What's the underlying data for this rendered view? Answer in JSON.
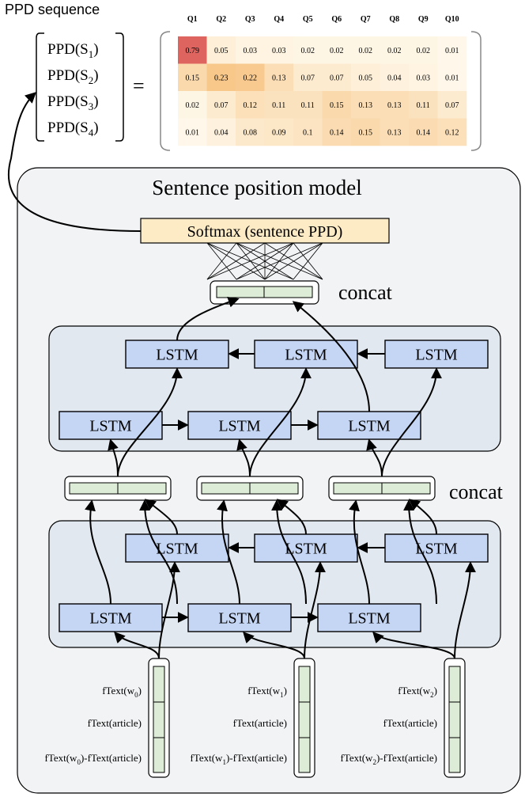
{
  "header": {
    "sequence_title": "PPD sequence",
    "equals": "="
  },
  "vector_items": [
    {
      "main": "PPD(S",
      "sub": "1",
      "close": ")"
    },
    {
      "main": "PPD(S",
      "sub": "2",
      "close": ")"
    },
    {
      "main": "PPD(S",
      "sub": "3",
      "close": ")"
    },
    {
      "main": "PPD(S",
      "sub": "4",
      "close": ")"
    }
  ],
  "matrix": {
    "columns": [
      "Q1",
      "Q2",
      "Q3",
      "Q4",
      "Q5",
      "Q6",
      "Q7",
      "Q8",
      "Q9",
      "Q10"
    ],
    "rows": [
      [
        "0.79",
        "0.05",
        "0.03",
        "0.03",
        "0.02",
        "0.02",
        "0.02",
        "0.02",
        "0.02",
        "0.01"
      ],
      [
        "0.15",
        "0.23",
        "0.22",
        "0.13",
        "0.07",
        "0.07",
        "0.05",
        "0.04",
        "0.03",
        "0.01"
      ],
      [
        "0.02",
        "0.07",
        "0.12",
        "0.11",
        "0.11",
        "0.15",
        "0.13",
        "0.13",
        "0.11",
        "0.07"
      ],
      [
        "0.01",
        "0.04",
        "0.08",
        "0.09",
        "0.1",
        "0.14",
        "0.15",
        "0.13",
        "0.14",
        "0.12"
      ]
    ]
  },
  "model": {
    "title": "Sentence position model",
    "softmax_label": "Softmax (sentence PPD)",
    "concat_top": "concat",
    "concat_mid": "concat",
    "lstm_label": "LSTM"
  },
  "inputs": [
    {
      "rows": [
        {
          "a": "fText(w",
          "sub": "0",
          "b": ")"
        },
        {
          "a": "fText(article)",
          "sub": "",
          "b": ""
        },
        {
          "a": "fText(w",
          "sub": "0",
          "b": ")-fText(article)"
        }
      ]
    },
    {
      "rows": [
        {
          "a": "fText(w",
          "sub": "1",
          "b": ")"
        },
        {
          "a": "fText(article)",
          "sub": "",
          "b": ""
        },
        {
          "a": "fText(w",
          "sub": "1",
          "b": ")-fText(article)"
        }
      ]
    },
    {
      "rows": [
        {
          "a": "fText(w",
          "sub": "2",
          "b": ")"
        },
        {
          "a": "fText(article)",
          "sub": "",
          "b": ""
        },
        {
          "a": "fText(w",
          "sub": "2",
          "b": ")-fText(article)"
        }
      ]
    }
  ]
}
